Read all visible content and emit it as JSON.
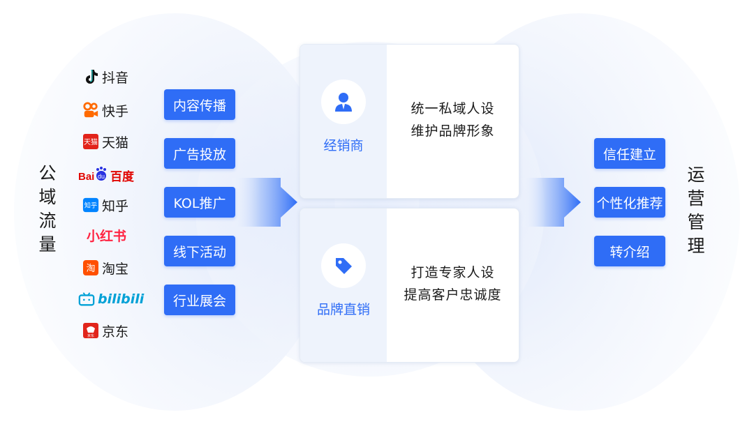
{
  "left_title": "公域流量",
  "right_title": "运营管理",
  "platforms": [
    {
      "icon": "douyin-icon",
      "label": "抖音"
    },
    {
      "icon": "kuaishou-icon",
      "label": "快手"
    },
    {
      "icon": "tmall-icon",
      "label": "天猫"
    },
    {
      "icon": "baidu-logo",
      "label": "百度",
      "logo_text": "Bai du"
    },
    {
      "icon": "zhihu-icon",
      "label": "知乎",
      "logo_text": "知乎"
    },
    {
      "icon": "xiaohongshu-logo",
      "label": "小红书"
    },
    {
      "icon": "taobao-icon",
      "label": "淘宝",
      "logo_text": "淘"
    },
    {
      "icon": "bilibili-logo",
      "label": "bilibili"
    },
    {
      "icon": "jd-icon",
      "label": "京东",
      "logo_text": "京东"
    }
  ],
  "left_tags": [
    "内容传播",
    "广告投放",
    "KOL推广",
    "线下活动",
    "行业展会"
  ],
  "right_tags": [
    "信任建立",
    "个性化推荐",
    "转介绍"
  ],
  "cards": [
    {
      "icon": "person-icon",
      "role": "经销商",
      "lines": [
        "统一私域人设",
        "维护品牌形象"
      ]
    },
    {
      "icon": "tag-icon",
      "role": "品牌直销",
      "lines": [
        "打造专家人设",
        "提高客户忠诚度"
      ]
    }
  ],
  "colors": {
    "accent": "#2f6df6",
    "card_side": "#eef3fc",
    "halo": "#e8eefb"
  }
}
